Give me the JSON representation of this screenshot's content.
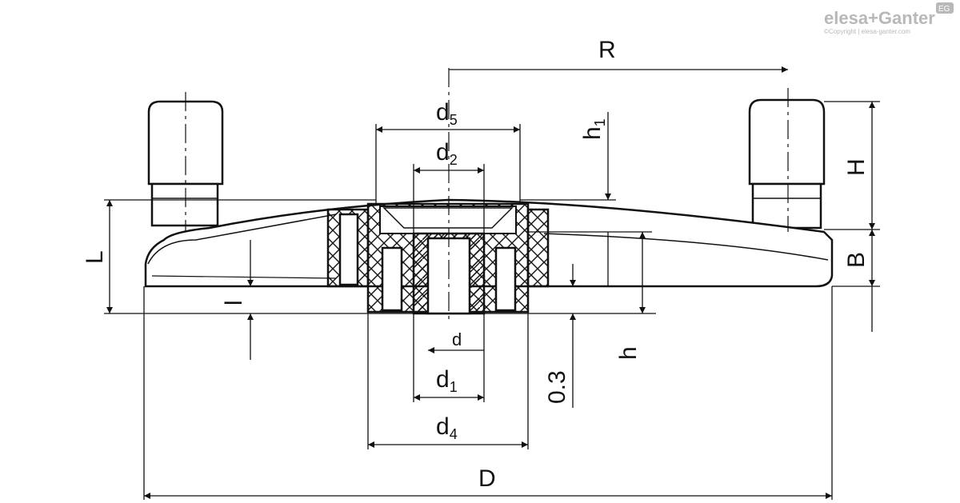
{
  "logo": {
    "brand": "elesa+Ganter",
    "badge": "EG",
    "copyright": "©Copyright | elesa-ganter.com"
  },
  "dimensions": {
    "R": "R",
    "d5": {
      "base": "d",
      "sub": "5"
    },
    "d2": {
      "base": "d",
      "sub": "2"
    },
    "h1": {
      "base": "h",
      "sub": "1"
    },
    "H": "H",
    "L": "L",
    "B": "B",
    "l": "l",
    "d": "d",
    "h": "h",
    "d1": {
      "base": "d",
      "sub": "1"
    },
    "clearance": "0.3",
    "d4": {
      "base": "d",
      "sub": "4"
    },
    "D": "D"
  },
  "colors": {
    "line": "#111111",
    "logo": "#b8b8b8"
  }
}
